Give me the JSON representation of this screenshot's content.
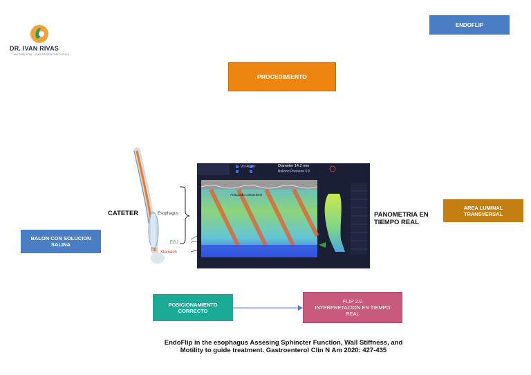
{
  "logo": {
    "name": "DR. IVAN RIVAS",
    "subtitle": "INTERNISTA · GASTROENTEROLOGO"
  },
  "boxes": {
    "endoflip": "ENDOFLIP",
    "procedimiento": "PROCEDIMIENTO",
    "area_luminal": "AREA LUMINAL TRANSVERSAL",
    "balon": "BALON CON SOLUCION SALINA",
    "posicionamiento": "POSICIONAMIENTO CORRECTO",
    "flip_line1": "FLIP 2.0",
    "flip_line2": "INTERPRETACION EN TIEMPO REAL"
  },
  "labels": {
    "cateter": "CATETER",
    "panometria": "PANOMETRIA EN TIEMPO REAL",
    "esophagus": "Esophagus",
    "egj": "EGJ",
    "stomach": "Stomach",
    "contractions": "Antegrade contractions",
    "diameter": "Diameter 14.2 mm",
    "pressure": "Balloon Pressure 0.0",
    "volume": "Vol 40 ml"
  },
  "citation": "EndoFlip in the esophagus  Assesing Sphincter  Function, Wall Stiffness, and Motility to guide treatment. Gastroenterol  Clin N Am 2020: 427-435",
  "colors": {
    "blue_box": "#4a7ec4",
    "orange_box": "#ef8511",
    "gold_box": "#c47f12",
    "teal_box": "#1aaa95",
    "pink_box": "#c85a7d",
    "arrow": "#4a7ec4",
    "monitor_bg": "#1a1f36"
  }
}
